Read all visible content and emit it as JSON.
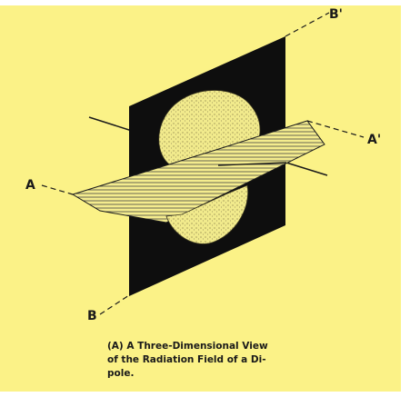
{
  "figure": {
    "labels": {
      "a": "A",
      "a_prime": "A'",
      "b": "B",
      "b_prime": "B'"
    },
    "caption_lines": [
      "(A) A Three-Dimensional View",
      "of the Radiation Field of a Di-",
      "pole."
    ]
  },
  "colors": {
    "background": "#fbf287",
    "plane": "#0e0e0e",
    "lobe": "#f1ea8c",
    "hatch_plane": "#f4ec8e",
    "ink": "#1a1a1a"
  }
}
